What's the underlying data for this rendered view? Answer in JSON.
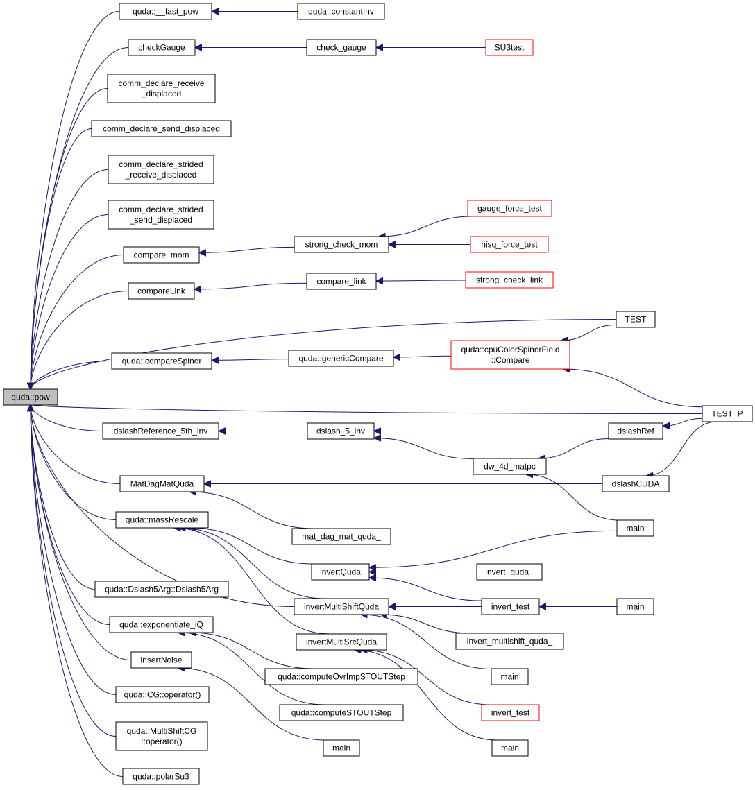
{
  "graph": {
    "edge_color": "#191970",
    "highlight_color": "#ff0000",
    "root_fill": "#bfbfbf",
    "nodes": [
      {
        "id": "pow",
        "lines": [
          "quda::pow"
        ],
        "root": true
      },
      {
        "id": "fast_pow",
        "lines": [
          "quda::__fast_pow"
        ]
      },
      {
        "id": "constantInv",
        "lines": [
          "quda::constantInv"
        ]
      },
      {
        "id": "checkGauge",
        "lines": [
          "checkGauge"
        ]
      },
      {
        "id": "check_gauge",
        "lines": [
          "check_gauge"
        ]
      },
      {
        "id": "SU3test",
        "lines": [
          "SU3test"
        ],
        "red": true
      },
      {
        "id": "comm_recv_disp",
        "lines": [
          "comm_declare_receive",
          "_displaced"
        ]
      },
      {
        "id": "comm_send_disp",
        "lines": [
          "comm_declare_send_displaced"
        ]
      },
      {
        "id": "comm_strided_recv",
        "lines": [
          "comm_declare_strided",
          "_receive_displaced"
        ]
      },
      {
        "id": "comm_strided_send",
        "lines": [
          "comm_declare_strided",
          "_send_displaced"
        ]
      },
      {
        "id": "compare_mom",
        "lines": [
          "compare_mom"
        ]
      },
      {
        "id": "strong_check_mom",
        "lines": [
          "strong_check_mom"
        ]
      },
      {
        "id": "gauge_force_test",
        "lines": [
          "gauge_force_test"
        ],
        "red": true
      },
      {
        "id": "hisq_force_test",
        "lines": [
          "hisq_force_test"
        ],
        "red": true
      },
      {
        "id": "compareLink",
        "lines": [
          "compareLink"
        ]
      },
      {
        "id": "compare_link",
        "lines": [
          "compare_link"
        ]
      },
      {
        "id": "strong_check_link",
        "lines": [
          "strong_check_link"
        ],
        "red": true
      },
      {
        "id": "TEST",
        "lines": [
          "TEST"
        ]
      },
      {
        "id": "compareSpinor",
        "lines": [
          "quda::compareSpinor"
        ]
      },
      {
        "id": "genericCompare",
        "lines": [
          "quda::genericCompare"
        ]
      },
      {
        "id": "cpuCompare",
        "lines": [
          "quda::cpuColorSpinorField",
          "::Compare"
        ],
        "red": true
      },
      {
        "id": "TEST_P",
        "lines": [
          "TEST_P"
        ]
      },
      {
        "id": "dslashRef5",
        "lines": [
          "dslashReference_5th_inv"
        ]
      },
      {
        "id": "dslash_5_inv",
        "lines": [
          "dslash_5_inv"
        ]
      },
      {
        "id": "dslashRef",
        "lines": [
          "dslashRef"
        ]
      },
      {
        "id": "dw_4d_matpc",
        "lines": [
          "dw_4d_matpc"
        ]
      },
      {
        "id": "MatDagMatQuda",
        "lines": [
          "MatDagMatQuda"
        ]
      },
      {
        "id": "dslashCUDA",
        "lines": [
          "dslashCUDA"
        ]
      },
      {
        "id": "massRescale",
        "lines": [
          "quda::massRescale"
        ]
      },
      {
        "id": "mat_dag_mat_quda_",
        "lines": [
          "mat_dag_mat_quda_"
        ]
      },
      {
        "id": "main1",
        "lines": [
          "main"
        ]
      },
      {
        "id": "invertQuda",
        "lines": [
          "invertQuda"
        ]
      },
      {
        "id": "invert_quda_",
        "lines": [
          "invert_quda_"
        ]
      },
      {
        "id": "Dslash5Arg",
        "lines": [
          "quda::Dslash5Arg::Dslash5Arg"
        ]
      },
      {
        "id": "invertMultiShiftQuda",
        "lines": [
          "invertMultiShiftQuda"
        ]
      },
      {
        "id": "invert_test1",
        "lines": [
          "invert_test"
        ]
      },
      {
        "id": "main2",
        "lines": [
          "main"
        ]
      },
      {
        "id": "exponentiate_iQ",
        "lines": [
          "quda::exponentiate_iQ"
        ]
      },
      {
        "id": "invertMultiSrcQuda",
        "lines": [
          "invertMultiSrcQuda"
        ]
      },
      {
        "id": "invert_multishift_quda_",
        "lines": [
          "invert_multishift_quda_"
        ]
      },
      {
        "id": "insertNoise",
        "lines": [
          "insertNoise"
        ]
      },
      {
        "id": "computeOvrImp",
        "lines": [
          "quda::computeOvrImpSTOUTStep"
        ]
      },
      {
        "id": "main3",
        "lines": [
          "main"
        ]
      },
      {
        "id": "CG_op",
        "lines": [
          "quda::CG::operator()"
        ]
      },
      {
        "id": "computeSTOUT",
        "lines": [
          "quda::computeSTOUTStep"
        ]
      },
      {
        "id": "invert_test2",
        "lines": [
          "invert_test"
        ],
        "red": true
      },
      {
        "id": "MultiShiftCG_op",
        "lines": [
          "quda::MultiShiftCG",
          "::operator()"
        ]
      },
      {
        "id": "main4",
        "lines": [
          "main"
        ]
      },
      {
        "id": "main5",
        "lines": [
          "main"
        ]
      },
      {
        "id": "polarSu3",
        "lines": [
          "quda::polarSu3"
        ]
      }
    ],
    "edges": [
      [
        "pow",
        "fast_pow"
      ],
      [
        "pow",
        "checkGauge"
      ],
      [
        "pow",
        "comm_recv_disp"
      ],
      [
        "pow",
        "comm_send_disp"
      ],
      [
        "pow",
        "comm_strided_recv"
      ],
      [
        "pow",
        "comm_strided_send"
      ],
      [
        "pow",
        "compare_mom"
      ],
      [
        "pow",
        "compareLink"
      ],
      [
        "pow",
        "TEST"
      ],
      [
        "pow",
        "compareSpinor"
      ],
      [
        "pow",
        "TEST_P"
      ],
      [
        "pow",
        "dslashRef5"
      ],
      [
        "pow",
        "MatDagMatQuda"
      ],
      [
        "pow",
        "massRescale"
      ],
      [
        "pow",
        "invertMultiShiftQuda"
      ],
      [
        "pow",
        "Dslash5Arg"
      ],
      [
        "pow",
        "exponentiate_iQ"
      ],
      [
        "pow",
        "insertNoise"
      ],
      [
        "pow",
        "CG_op"
      ],
      [
        "pow",
        "MultiShiftCG_op"
      ],
      [
        "pow",
        "polarSu3"
      ],
      [
        "fast_pow",
        "constantInv"
      ],
      [
        "checkGauge",
        "check_gauge"
      ],
      [
        "check_gauge",
        "SU3test"
      ],
      [
        "compare_mom",
        "strong_check_mom"
      ],
      [
        "strong_check_mom",
        "gauge_force_test"
      ],
      [
        "strong_check_mom",
        "hisq_force_test"
      ],
      [
        "compareLink",
        "compare_link"
      ],
      [
        "compare_link",
        "strong_check_link"
      ],
      [
        "compareSpinor",
        "genericCompare"
      ],
      [
        "genericCompare",
        "cpuCompare"
      ],
      [
        "cpuCompare",
        "TEST"
      ],
      [
        "cpuCompare",
        "TEST_P"
      ],
      [
        "dslashRef5",
        "dslash_5_inv"
      ],
      [
        "dslash_5_inv",
        "dslashRef"
      ],
      [
        "dslash_5_inv",
        "dw_4d_matpc"
      ],
      [
        "dslashRef",
        "TEST_P"
      ],
      [
        "dw_4d_matpc",
        "dslashRef"
      ],
      [
        "dw_4d_matpc",
        "main1"
      ],
      [
        "dslashCUDA",
        "TEST_P"
      ],
      [
        "MatDagMatQuda",
        "dslashCUDA"
      ],
      [
        "MatDagMatQuda",
        "mat_dag_mat_quda_"
      ],
      [
        "massRescale",
        "invertQuda"
      ],
      [
        "massRescale",
        "invertMultiShiftQuda"
      ],
      [
        "massRescale",
        "invertMultiSrcQuda"
      ],
      [
        "invertQuda",
        "main1"
      ],
      [
        "invertQuda",
        "invert_quda_"
      ],
      [
        "invertQuda",
        "invert_test1"
      ],
      [
        "invertMultiShiftQuda",
        "invert_test1"
      ],
      [
        "invertMultiShiftQuda",
        "invert_multishift_quda_"
      ],
      [
        "invertMultiShiftQuda",
        "main3"
      ],
      [
        "invert_test1",
        "main2"
      ],
      [
        "invertMultiSrcQuda",
        "invert_test2"
      ],
      [
        "invertMultiSrcQuda",
        "main5"
      ],
      [
        "exponentiate_iQ",
        "computeOvrImp"
      ],
      [
        "exponentiate_iQ",
        "computeSTOUT"
      ],
      [
        "insertNoise",
        "main4"
      ]
    ]
  }
}
